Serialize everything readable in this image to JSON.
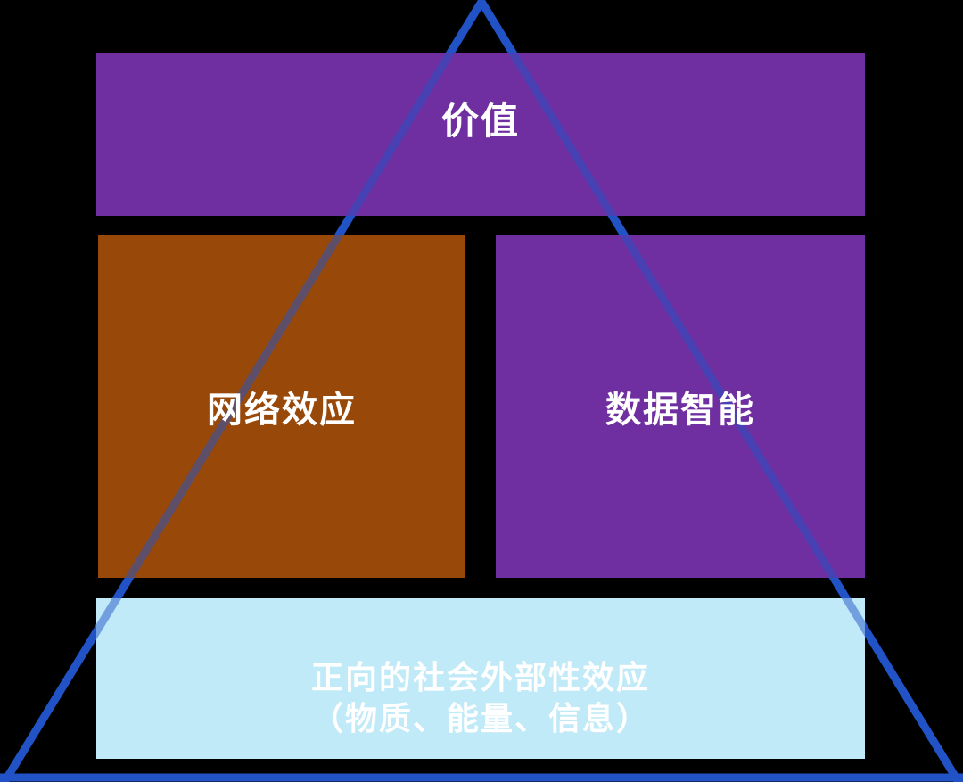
{
  "background_color": "#000000",
  "text_color": "#FFFFFF",
  "triangle": {
    "stroke_color": "#2153C7"
  },
  "blocks": {
    "value": {
      "label": "价值",
      "fill": "#6F2FA0"
    },
    "network_effects": {
      "label": "网络效应",
      "fill": "#98490A"
    },
    "data_intelligence": {
      "label": "数据智能",
      "fill": "#6F2FA0"
    },
    "social_externality": {
      "line1": "正向的社会外部性效应",
      "line2": "（物质、能量、信息）",
      "fill": "#C0EAF7"
    }
  }
}
